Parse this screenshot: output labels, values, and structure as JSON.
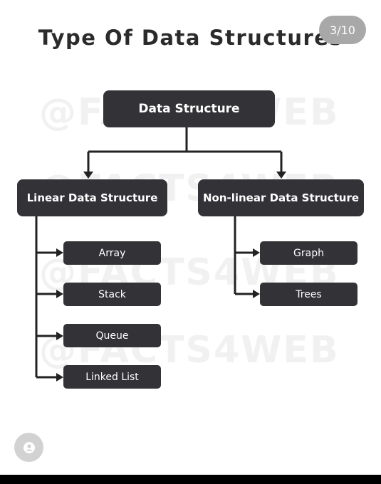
{
  "title": "Type Of Data Structures",
  "page_indicator": "3/10",
  "watermark": "@FACTS4WEB",
  "root": {
    "label": "Data Structure"
  },
  "categories": [
    {
      "label": "Linear Data Structure",
      "children": [
        "Array",
        "Stack",
        "Queue",
        "Linked List"
      ]
    },
    {
      "label": "Non-linear Data Structure",
      "children": [
        "Graph",
        "Trees"
      ]
    }
  ],
  "colors": {
    "node_fill": "#323237",
    "node_text": "#ffffff",
    "title_text": "#2b2b2b",
    "badge_fill": "#a8a8a8",
    "connector": "#222222"
  },
  "icons": {
    "avatar": "user-icon"
  }
}
